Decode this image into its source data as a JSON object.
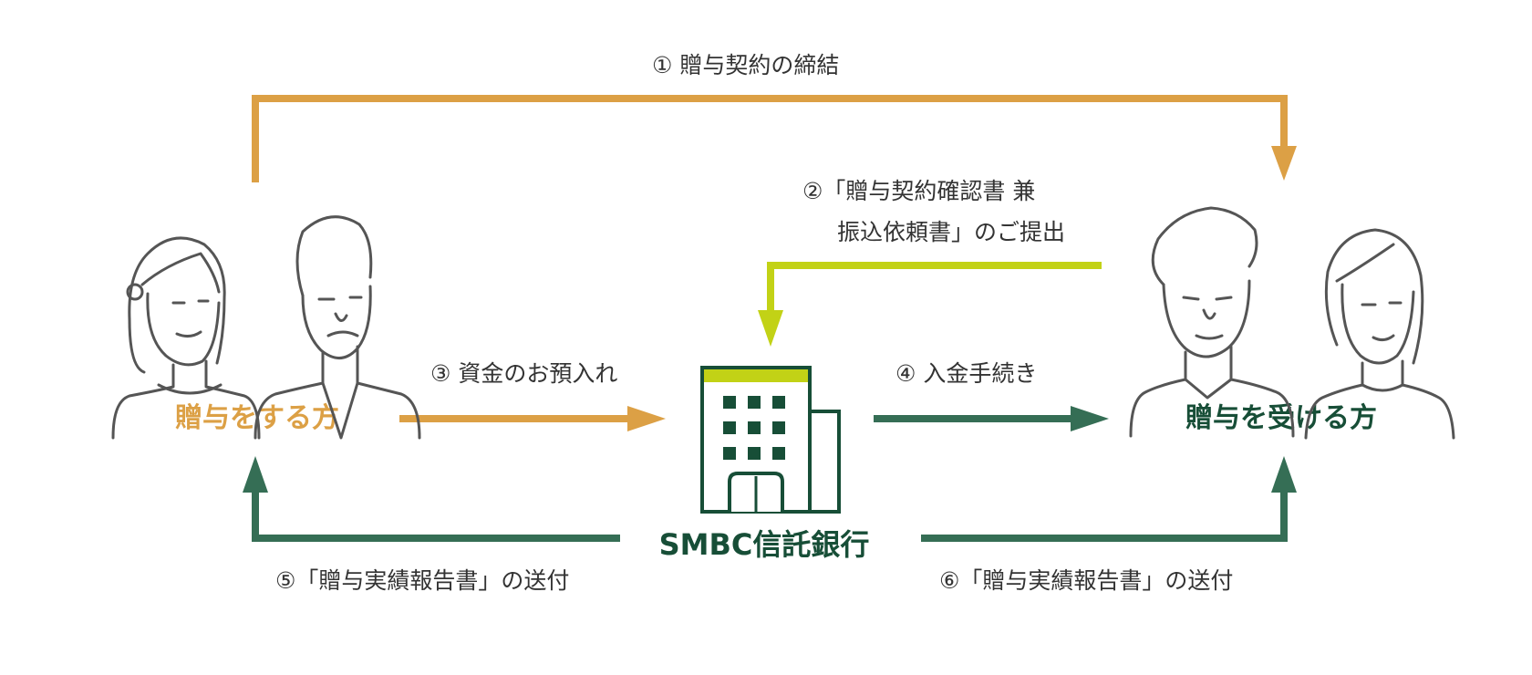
{
  "colors": {
    "orange": "#dca045",
    "lime": "#c2d216",
    "green": "#356e55",
    "dark_green": "#174e37",
    "gray": "#555555",
    "text": "#333333"
  },
  "parties": {
    "giver_label": "贈与をする方",
    "receiver_label": "贈与を受ける方",
    "bank_label": "SMBC信託銀行"
  },
  "steps": {
    "step1": "① 贈与契約の締結",
    "step2_line1": "②「贈与契約確認書 兼",
    "step2_line2": "振込依頼書」のご提出",
    "step3": "③ 資金のお預入れ",
    "step4": "④ 入金手続き",
    "step5": "⑤「贈与実績報告書」の送付",
    "step6": "⑥「贈与実績報告書」の送付"
  },
  "icons": {
    "giver_icons": [
      "woman-icon",
      "man-icon"
    ],
    "receiver_icons": [
      "man-icon",
      "woman-icon"
    ],
    "bank_icon": "bank-building-icon"
  }
}
